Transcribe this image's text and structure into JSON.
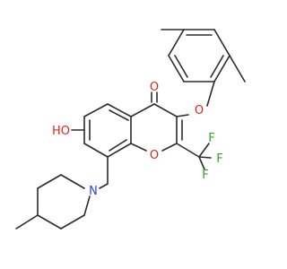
{
  "diagram": {
    "type": "chemical-structure",
    "atom_labels": {
      "carbonyl_o": "O",
      "ether_o": "O",
      "ring_o": "O",
      "hydroxyl": "HO",
      "nitrogen": "N",
      "fluorine_1": "F",
      "fluorine_2": "F",
      "fluorine_3": "F"
    },
    "colors": {
      "bond": "#2b2b2b",
      "oxygen": "#e0241b",
      "nitrogen": "#2b3fd6",
      "fluorine": "#31a32b"
    }
  }
}
